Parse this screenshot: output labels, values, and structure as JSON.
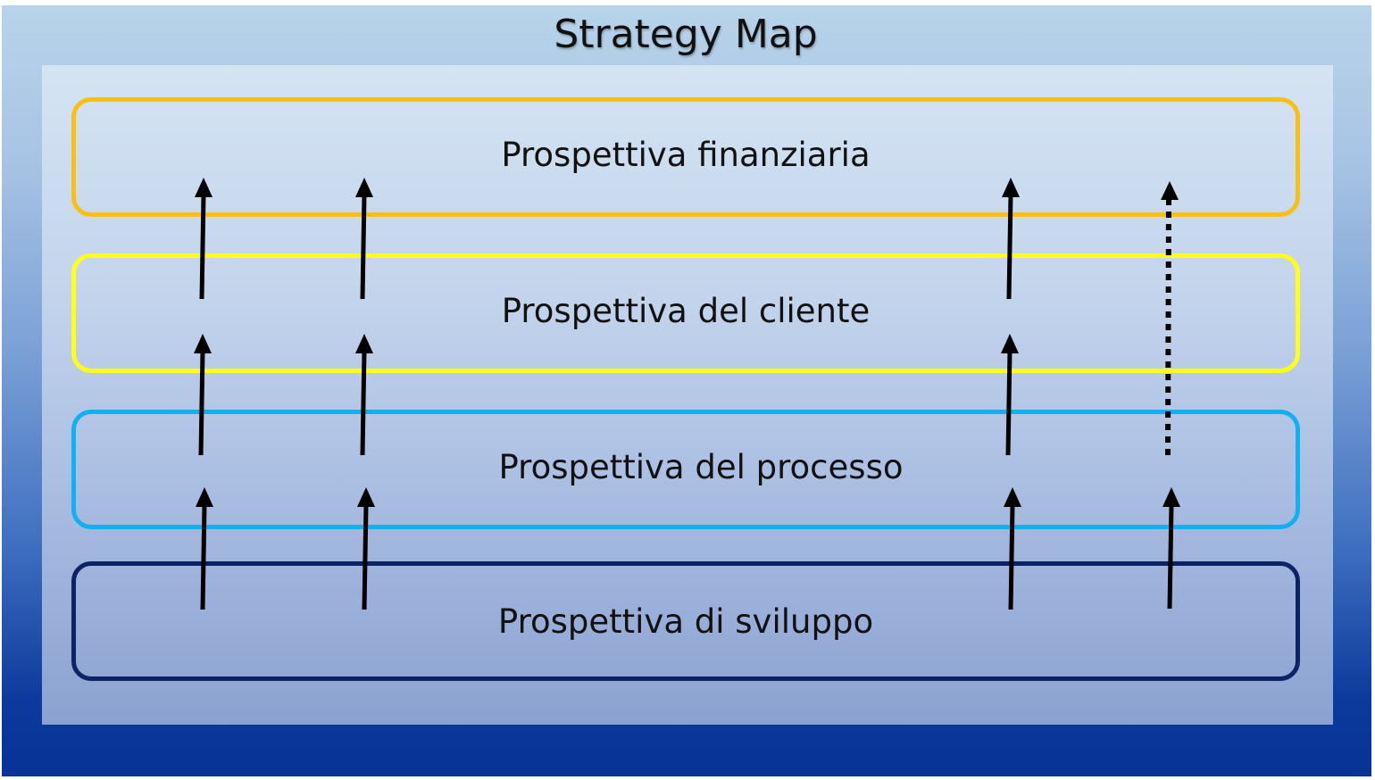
{
  "title": "Strategy Map",
  "perspectives": [
    {
      "label": "Prospettiva finanziaria",
      "border_color": "#fbbf14"
    },
    {
      "label": "Prospettiva del cliente",
      "border_color": "#ffff1a"
    },
    {
      "label": "Prospettiva del processo",
      "border_color": "#12b0f0"
    },
    {
      "label": "Prospettiva di sviluppo",
      "border_color": "#0c2366"
    }
  ],
  "arrows": [
    {
      "from": "Prospettiva di sviluppo",
      "to": "Prospettiva del processo",
      "column": 1,
      "style": "solid"
    },
    {
      "from": "Prospettiva di sviluppo",
      "to": "Prospettiva del processo",
      "column": 2,
      "style": "solid"
    },
    {
      "from": "Prospettiva di sviluppo",
      "to": "Prospettiva del processo",
      "column": 3,
      "style": "solid"
    },
    {
      "from": "Prospettiva di sviluppo",
      "to": "Prospettiva del processo",
      "column": 4,
      "style": "solid"
    },
    {
      "from": "Prospettiva del processo",
      "to": "Prospettiva del cliente",
      "column": 1,
      "style": "solid"
    },
    {
      "from": "Prospettiva del processo",
      "to": "Prospettiva del cliente",
      "column": 2,
      "style": "solid"
    },
    {
      "from": "Prospettiva del processo",
      "to": "Prospettiva del cliente",
      "column": 3,
      "style": "solid"
    },
    {
      "from": "Prospettiva del processo",
      "to": "Prospettiva finanziaria",
      "column": 4,
      "style": "dotted"
    },
    {
      "from": "Prospettiva del cliente",
      "to": "Prospettiva finanziaria",
      "column": 1,
      "style": "solid"
    },
    {
      "from": "Prospettiva del cliente",
      "to": "Prospettiva finanziaria",
      "column": 2,
      "style": "solid"
    },
    {
      "from": "Prospettiva del cliente",
      "to": "Prospettiva finanziaria",
      "column": 3,
      "style": "solid"
    }
  ]
}
